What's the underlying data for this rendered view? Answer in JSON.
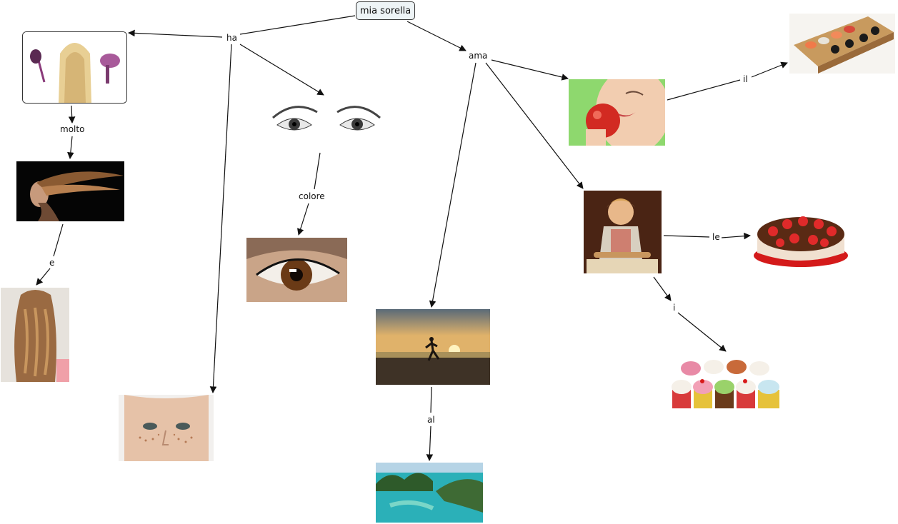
{
  "root": {
    "label": "mia sorella"
  },
  "links": {
    "ha": "ha",
    "ama": "ama",
    "molto": "molto",
    "e": "e",
    "colore": "colore",
    "il": "il",
    "le": "le",
    "i": "i",
    "al": "al"
  },
  "images": [
    {
      "id": "hair-care",
      "subject": "woman with long blonde hair, brush and hair dryer"
    },
    {
      "id": "flowing-hair",
      "subject": "woman with flowing hair on black background"
    },
    {
      "id": "wavy-hair",
      "subject": "long wavy brown hair seen from behind"
    },
    {
      "id": "freckles",
      "subject": "freckled face"
    },
    {
      "id": "eyes",
      "subject": "pair of eyes"
    },
    {
      "id": "brown-eye",
      "subject": "close-up of brown eye"
    },
    {
      "id": "beach-run",
      "subject": "person running on beach at sunset"
    },
    {
      "id": "islands",
      "subject": "tropical islands and turquoise sea"
    },
    {
      "id": "apple-bite",
      "subject": "woman biting red apple"
    },
    {
      "id": "sushi",
      "subject": "sushi on wooden tray"
    },
    {
      "id": "baking-girl",
      "subject": "girl baking with rolling pin"
    },
    {
      "id": "strawberry-cake",
      "subject": "chocolate strawberry cake"
    },
    {
      "id": "cupcakes",
      "subject": "assorted cupcakes"
    }
  ]
}
